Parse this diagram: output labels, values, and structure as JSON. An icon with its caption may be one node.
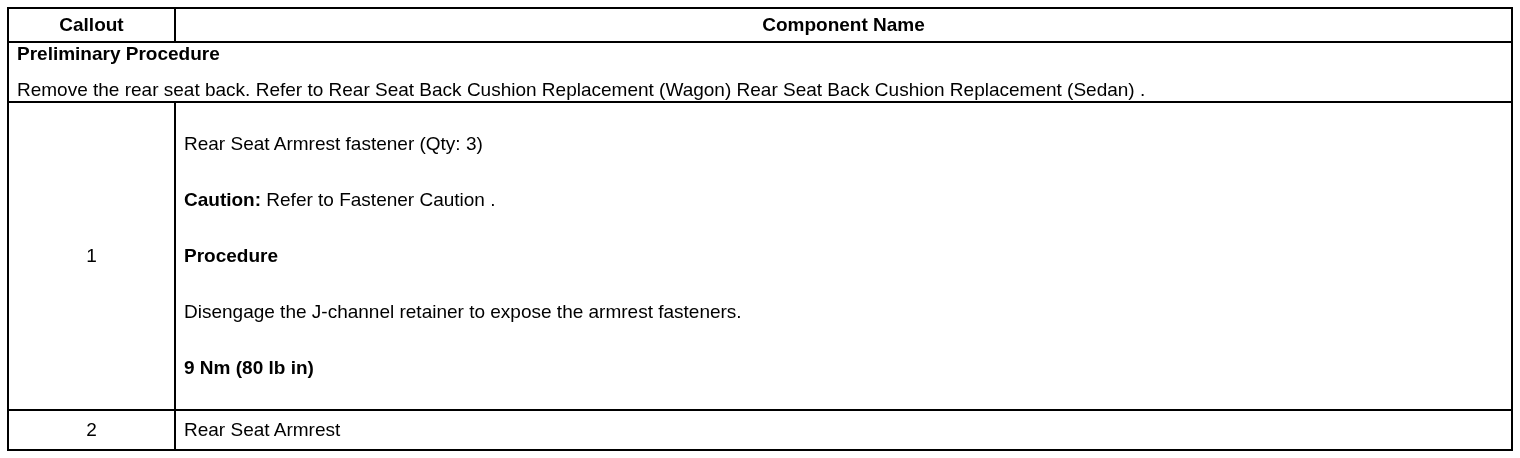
{
  "diagram": {
    "labels": [
      "Callout",
      "Component Name",
      "Preliminary Procedure",
      "Remove the rear seat back. Refer to Rear Seat Back Cushion Replacement (Wagon) Rear Seat Back Cushion Replacement (Sedan) .",
      "1",
      "Rear Seat Armrest fastener (Qty: 3)",
      "**Caution:** Refer to Fastener Caution .",
      "Procedure",
      "Disengage the J-channel retainer to expose the armrest fasteners.",
      "9 Nm (80 lb in)",
      "2",
      "Rear Seat Armrest"
    ]
  }
}
